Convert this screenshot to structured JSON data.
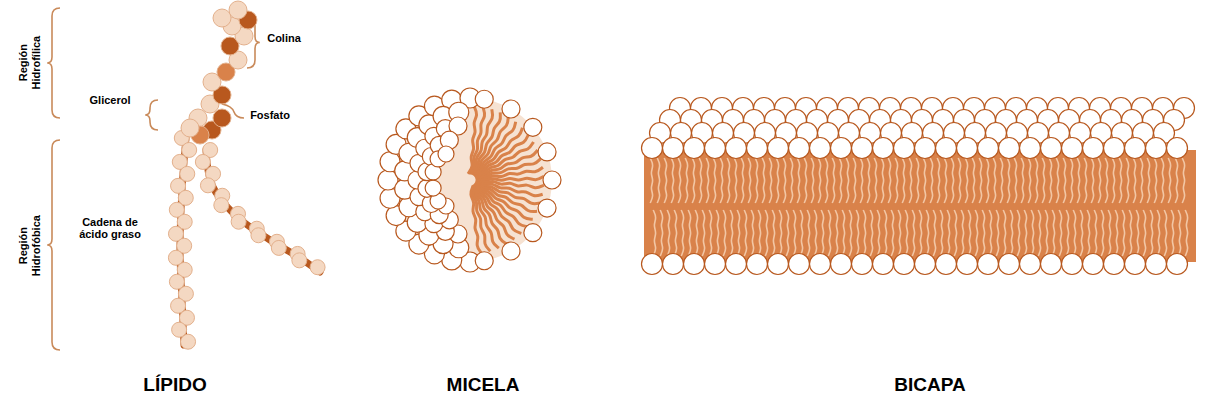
{
  "diagram": {
    "labels": [
      "Región Hidrofílica",
      "Colina",
      "Glicerol",
      "Fosfato",
      "Región Hidrofóbica",
      "Cadena de ácido graso",
      "LÍPIDO",
      "MICELA",
      "BICAPA"
    ]
  }
}
